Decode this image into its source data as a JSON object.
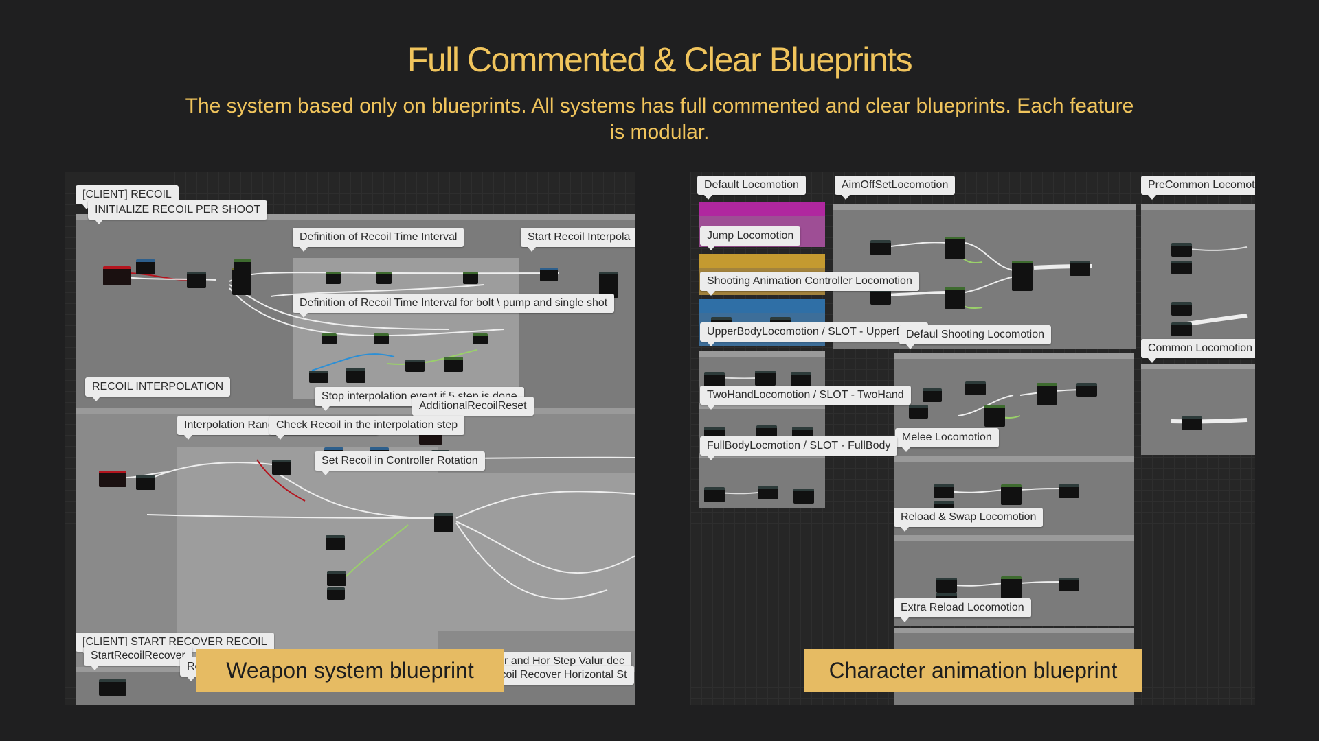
{
  "header": {
    "title": "Full Commented & Clear Blueprints",
    "subtitle": "The system based only on blueprints. All systems has full commented and clear blueprints. Each feature is modular."
  },
  "weapon": {
    "label": "Weapon system blueprint",
    "comments": {
      "client_recoil": "[CLIENT] RECOIL",
      "init_recoil": "INITIALIZE RECOIL PER SHOOT",
      "def_time": "Definition of Recoil Time Interval",
      "start_interp": "Start Recoil Interpola",
      "def_bolt": "Definition of Recoil Time Interval for bolt \\ pump and single shot",
      "recoil_interp": "RECOIL INTERPOLATION",
      "stop_interp": "Stop interpolation event if 5 step is done",
      "additional_reset": "AdditionalRecoilReset",
      "interp_range": "Interpolation Range Calculation before",
      "check_range": "Check Recoil in the interpolation step",
      "set_rotation": "Set Recoil in Controller Rotation",
      "start_recover": "[CLIENT] START RECOVER RECOIL",
      "start_recover_fn": "StartRecoilRecover",
      "recoil_recover": "Recoil Recover",
      "calc_step": "Calc Recoil Ver and Hor Step Valur dec",
      "recover_horizontal": "Recoil Recover Horizontal St"
    }
  },
  "animation": {
    "label": "Character animation blueprint",
    "comments": {
      "default": "Default Locomotion",
      "aimoffset": "AimOffSetLocomotion",
      "precommon": "PreCommon Locomotio",
      "jump": "Jump Locomotion",
      "shooting_ctrl": "Shooting Animation Controller Locomotion",
      "upperbody": "UpperBodyLocomotion / SLOT - UpperBody",
      "defaul_shooting": "Defaul Shooting Locomotion",
      "common": "Common Locomotion",
      "twohand": "TwoHandLocomotion / SLOT - TwoHand",
      "melee": "Melee Locomotion",
      "fullbody": "FullBodyLocmotion / SLOT - FullBody",
      "reload_swap": "Reload & Swap Locomotion",
      "extra_reload": "Extra Reload Locomotion"
    }
  },
  "colors": {
    "title": "#f0c45c",
    "label_bar": "#e6bb63",
    "background": "#1f1f20"
  }
}
